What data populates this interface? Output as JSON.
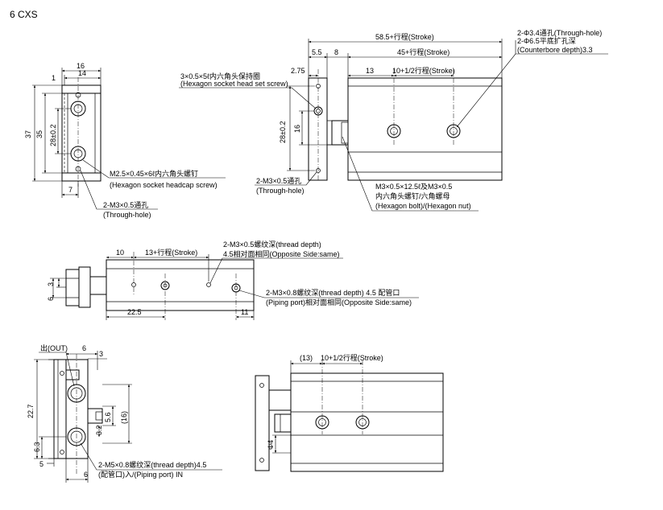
{
  "title": "6 CXS",
  "top_left": {
    "dims": [
      "16",
      "14",
      "1",
      "37",
      "35",
      "28±0.2",
      "7"
    ],
    "callout_cap_screw": [
      "M2.5×0.45×6ℓ内六角头螺钉",
      "(Hexagon socket headcap screw)"
    ],
    "callout_through_hole": [
      "2-M3×0.5通孔",
      "(Through-hole)"
    ]
  },
  "top_right": {
    "dims": [
      "58.5+行程(Stroke)",
      "5.5",
      "8",
      "45+行程(Stroke)",
      "2.75",
      "13",
      "10+1/2行程(Stroke)",
      "28±0.2",
      "16"
    ],
    "callout_set_screw": [
      "3×0.5×5ℓ内六角头保持圈",
      "(Hexagon socket head set screw)"
    ],
    "callout_counterbore": [
      "2-Φ3.4通孔(Through-hole)",
      "2-Φ6.5平底扩孔深",
      "(Counterbore depth)3.3"
    ],
    "callout_through_hole": [
      "2-M3×0.5通孔",
      "(Through-hole)"
    ],
    "callout_bolt": [
      "M3×0.5×12.5ℓ及M3×0.5",
      "内六角头螺钉/六角螺母",
      "(Hexagon bolt)/(Hexagon nut)"
    ]
  },
  "middle": {
    "dims": [
      "10",
      "13+行程(Stroke)",
      "6",
      "3",
      "22.5",
      "11"
    ],
    "callout_thread": [
      "2-M3×0.5螺纹深(thread depth)",
      "4.5相对面相同(Opposite Side:same)"
    ],
    "callout_piping": [
      "2-M3×0.8螺纹深(thread depth) 4.5  配管口",
      "(Piping port)相对面相同(Opposite Side:same)"
    ]
  },
  "bottom_left": {
    "label_out": "出(OUT)",
    "dims": [
      "6",
      "3",
      "22.7",
      "5.6",
      "(16)",
      "3.2",
      "6.3",
      "5",
      "6"
    ],
    "callout_port": [
      "2-M5×0.8螺纹深(thread depth)4.5",
      "(配管口)入/(Piping port) IN"
    ]
  },
  "bottom_right": {
    "dims": [
      "(13)",
      "10+1/2行程(Stroke)",
      "Φ4"
    ]
  }
}
